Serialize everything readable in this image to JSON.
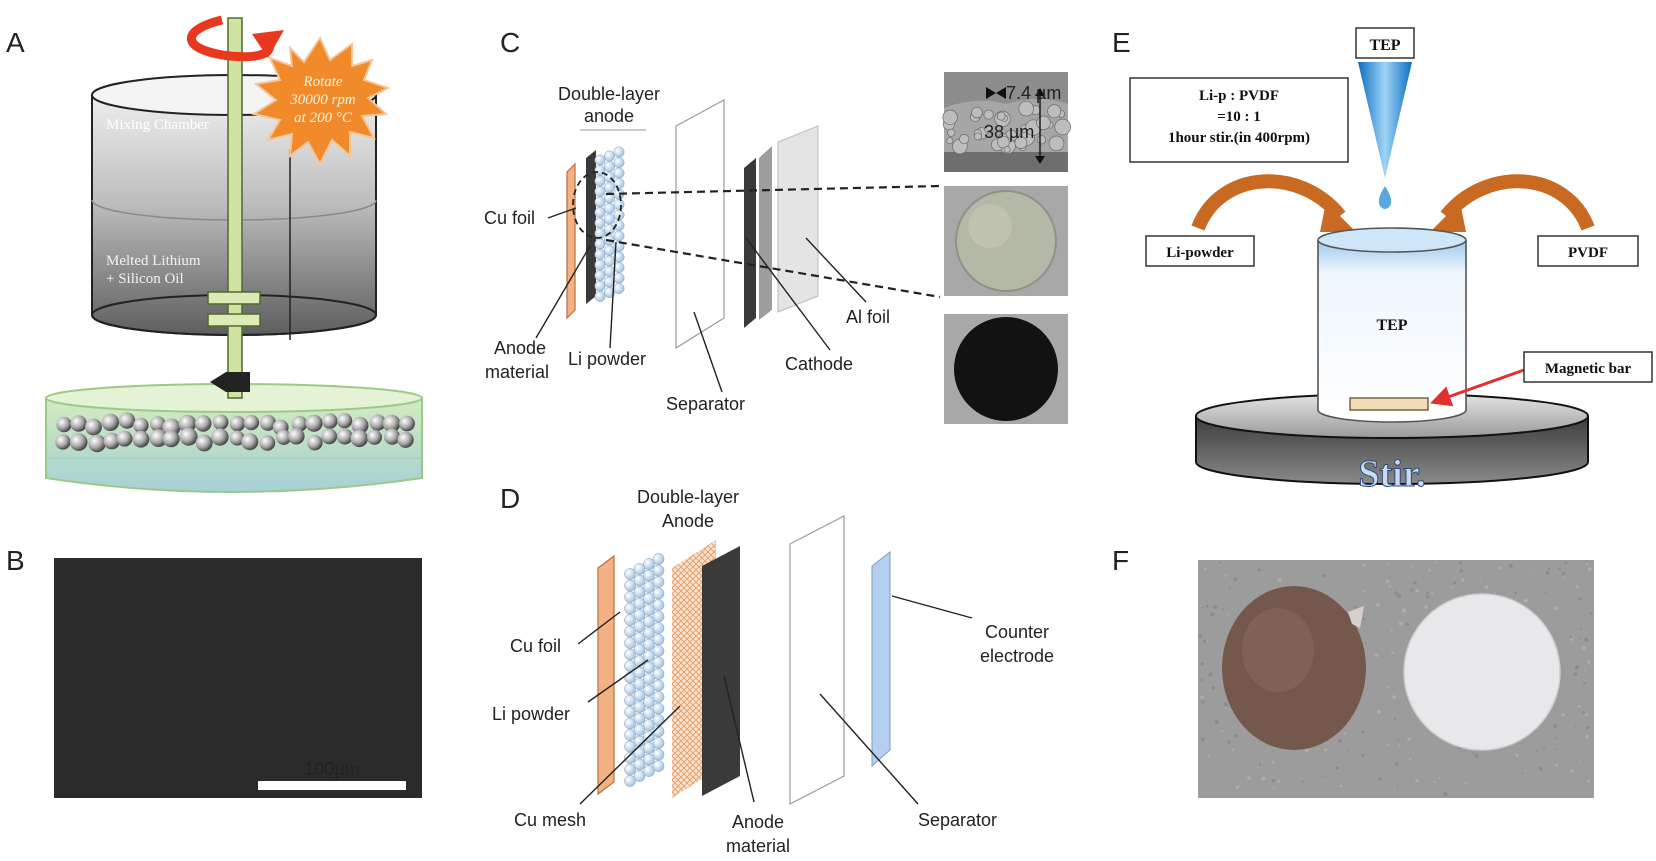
{
  "panels": {
    "a": {
      "letter": "A",
      "burst_line1": "Rotate",
      "burst_line2": "30000 rpm",
      "burst_line3": "at 200 °C",
      "chamber": "Mixing Chamber",
      "melt_line1": "Melted Lithium",
      "melt_line2": "+ Silicon Oil"
    },
    "b": {
      "letter": "B",
      "scale": "100µm"
    },
    "c": {
      "letter": "C",
      "title_line1": "Double-layer",
      "title_line2": "anode",
      "cu_foil": "Cu foil",
      "anode_line1": "Anode",
      "anode_line2": "material",
      "li_powder": "Li powder",
      "separator": "Separator",
      "cathode": "Cathode",
      "al_foil": "Al foil",
      "dim_top": "7.4 µm",
      "dim_main": "38 µm"
    },
    "d": {
      "letter": "D",
      "title_line1": "Double-layer",
      "title_line2": "Anode",
      "cu_foil": "Cu foil",
      "li_powder": "Li powder",
      "cu_mesh": "Cu mesh",
      "anode_line1": "Anode",
      "anode_line2": "material",
      "separator": "Separator",
      "counter_line1": "Counter",
      "counter_line2": "electrode"
    },
    "e": {
      "letter": "E",
      "tep_top": "TEP",
      "ratio_line1": "Li-p : PVDF",
      "ratio_line2": "=10 : 1",
      "ratio_line3": "1hour stir.(in 400rpm)",
      "li_powder": "Li-powder",
      "pvdf": "PVDF",
      "tep_beaker": "TEP",
      "magnetic_bar": "Magnetic bar",
      "stir": "Stir."
    },
    "f": {
      "letter": "F"
    }
  },
  "colors": {
    "copper": "#f4b183",
    "li_sphere": "#d6e6f4",
    "anode_dark": "#3a3a3a",
    "counter_blue": "#b4d0ec",
    "arrow_red": "#e03030",
    "burst_orange": "#f08a2a",
    "beaker_liquid": "#dceefb"
  }
}
